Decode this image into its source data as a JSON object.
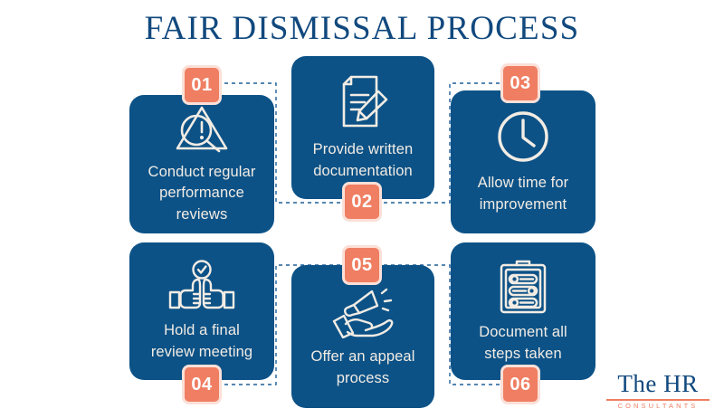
{
  "title": "FAIR DISMISSAL PROCESS",
  "colors": {
    "card_navy": "#0c5287",
    "badge_salmon": "#ef7e62",
    "badge_ring": "#fbe0d8",
    "title_navy": "#11497e",
    "card_text": "#f2ece4",
    "connector": "#1f5f97",
    "background": "#ffffff"
  },
  "steps": [
    {
      "number": "01",
      "label": "Conduct regular\nperformance\nreviews",
      "icon": "warning-magnifier-icon",
      "badge_position": "top"
    },
    {
      "number": "02",
      "label": "Provide written\ndocumentation",
      "icon": "document-pencil-icon",
      "badge_position": "bottom"
    },
    {
      "number": "03",
      "label": "Allow time for\nimprovement",
      "icon": "clock-icon",
      "badge_position": "top"
    },
    {
      "number": "04",
      "label": "Hold a final\nreview meeting",
      "icon": "thumbs-up-check-icon",
      "badge_position": "bottom"
    },
    {
      "number": "05",
      "label": "Offer an appeal\nprocess",
      "icon": "hand-megaphone-icon",
      "badge_position": "top"
    },
    {
      "number": "06",
      "label": "Document all\nsteps taken",
      "icon": "clipboard-list-icon",
      "badge_position": "bottom"
    }
  ],
  "logo": {
    "main": "The HR",
    "sub": "CONSULTANTS"
  }
}
